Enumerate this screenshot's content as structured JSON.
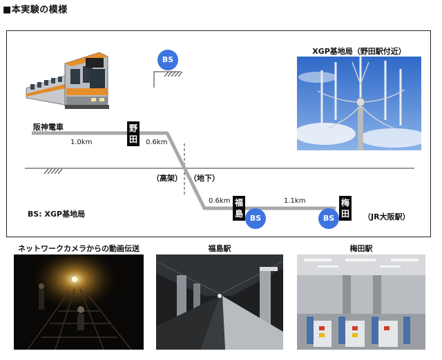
{
  "heading": "■本実験の模様",
  "diagram": {
    "train_line": "阪神電車",
    "station_noda": [
      "野",
      "田"
    ],
    "station_fukushima": [
      "福",
      "島"
    ],
    "station_umeda": [
      "梅",
      "田"
    ],
    "dist_1": "1.0km",
    "dist_2": "0.6km",
    "dist_3": "0.6km",
    "dist_4": "1.1km",
    "elevated": "（高架）",
    "underground": "（地下）",
    "jr_osaka": "（JR大阪駅）",
    "bs_legend": "BS: XGP基地局",
    "bs_label": "BS",
    "xgp_caption": "XGP基地局（野田駅付近）"
  },
  "photos": {
    "camera_caption": "ネットワークカメラからの動画伝送",
    "fukushima_caption": "福島駅",
    "umeda_caption": "梅田駅"
  },
  "colors": {
    "track": "#a8a8a8",
    "bs_fill": "#3d74e0",
    "station_fill": "#0b0b0b"
  }
}
